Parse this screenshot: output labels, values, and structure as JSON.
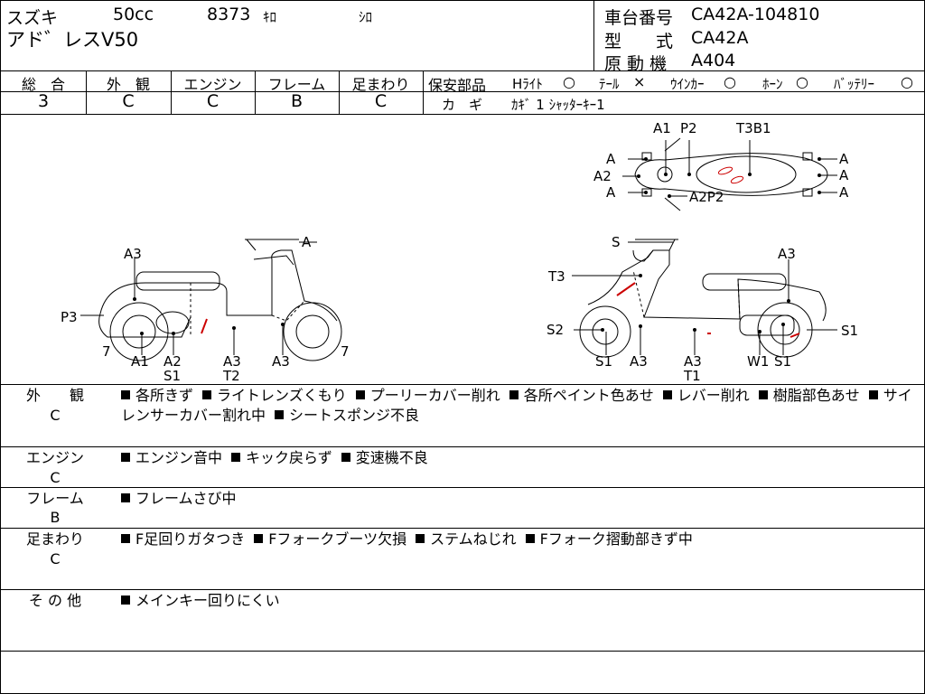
{
  "header": {
    "maker": "スズキ",
    "displacement": "50cc",
    "mileage": "8373",
    "mileage_unit": "ｷﾛ",
    "color": "ｼﾛ",
    "model_name": "アド゛レスV50",
    "frame_no_label": "車台番号",
    "frame_no": "CA42A-104810",
    "model_type_label": "型　　式",
    "model_type": "CA42A",
    "engine_type_label": "原 動 機",
    "engine_type": "A404"
  },
  "grades": [
    {
      "label": "総　合",
      "value": "3"
    },
    {
      "label": "外　観",
      "value": "C"
    },
    {
      "label": "エンジン",
      "value": "C"
    },
    {
      "label": "フレーム",
      "value": "B"
    },
    {
      "label": "足まわり",
      "value": "C"
    }
  ],
  "safety_parts": {
    "label": "保安部品",
    "headlight_label": "Hﾗｲﾄ",
    "headlight_mark": "○",
    "taillight_label": "ﾃｰﾙ",
    "taillight_mark": "×",
    "winker_label": "ｳｲﾝｶｰ",
    "winker_mark": "○",
    "horn_label": "ﾎｰﾝ",
    "horn_mark": "○",
    "battery_label": "ﾊﾞｯﾃﾘｰ",
    "battery_mark": "○"
  },
  "keys": {
    "label": "カ　ギ",
    "value": "ｶｷﾞ 1 ｼｬｯﾀｰｷｰ1"
  },
  "diagram": {
    "top": {
      "labels": [
        "A1",
        "P2",
        "T3B1",
        "A",
        "A2",
        "A",
        "A2P2",
        "A",
        "A",
        "A"
      ]
    },
    "left": {
      "labels": [
        "A",
        "A3",
        "P3",
        "7",
        "A1",
        "A2",
        "S1",
        "A3",
        "T2",
        "A3",
        "7"
      ]
    },
    "right": {
      "labels": [
        "S",
        "A3",
        "T3",
        "S2",
        "S1",
        "S1",
        "A3",
        "A3",
        "T1",
        "W1",
        "S1"
      ]
    }
  },
  "sections": [
    {
      "label": "外　　観",
      "grade": "C",
      "items": [
        "各所きず",
        "ライトレンズくもり",
        "プーリーカバー削れ",
        "各所ペイント色あせ",
        "レバー削れ",
        "樹脂部色あせ",
        "サイレンサーカバー割れ中",
        "シートスポンジ不良"
      ]
    },
    {
      "label": "エンジン",
      "grade": "C",
      "items": [
        "エンジン音中",
        "キック戻らず",
        "変速機不良"
      ]
    },
    {
      "label": "フレーム",
      "grade": "B",
      "items": [
        "フレームさび中"
      ]
    },
    {
      "label": "足まわり",
      "grade": "C",
      "items": [
        "F足回りガタつき",
        "Fフォークブーツ欠損",
        "ステムねじれ",
        "Fフォーク摺動部きず中"
      ]
    },
    {
      "label": "そ の 他",
      "grade": "",
      "items": [
        "メインキー回りにくい"
      ]
    }
  ],
  "colors": {
    "damage_mark": "#cc0000",
    "line": "#000000"
  }
}
